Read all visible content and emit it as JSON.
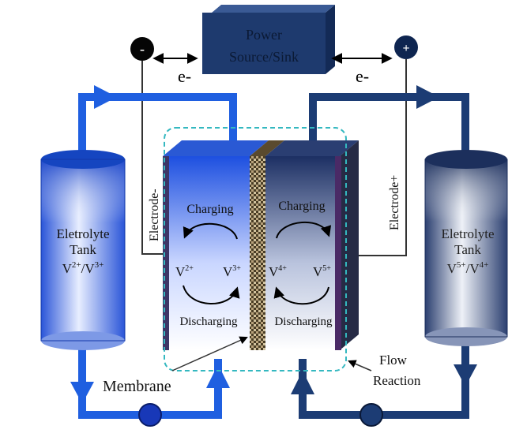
{
  "power_source": {
    "line1": "Power",
    "line2": "Source/Sink"
  },
  "terminals": {
    "negative": "-",
    "positive": "+"
  },
  "electron_labels": {
    "left": "e-",
    "right": "e-"
  },
  "electrodes": {
    "negative": "Electrode-",
    "positive": "Electrode+"
  },
  "left_tank": {
    "line1": "Eletrolyte",
    "line2": "Tank",
    "ions": "V2+/V3+",
    "ion_a": "V",
    "ion_a_sup": "2+",
    "sep": "/V",
    "ion_b_sup": "3+"
  },
  "right_tank": {
    "line1": "Eletrolyte",
    "line2": "Tank",
    "ions": "V5+/V4+",
    "ion_a": "V",
    "ion_a_sup": "5+",
    "sep": "/V",
    "ion_b_sup": "4+"
  },
  "left_cell": {
    "charging": "Charging",
    "discharging": "Discharging",
    "ion_left": "V",
    "ion_left_sup": "2+",
    "ion_right": "V",
    "ion_right_sup": "3+"
  },
  "right_cell": {
    "charging": "Charging",
    "discharging": "Discharging",
    "ion_left": "V",
    "ion_left_sup": "4+",
    "ion_right": "V",
    "ion_right_sup": "5+"
  },
  "labels": {
    "membrane": "Membrane",
    "flow_reaction_1": "Flow",
    "flow_reaction_2": "Reaction"
  },
  "colors": {
    "left_pipe": "#1f5fe0",
    "right_pipe": "#1c3c74",
    "power_box": "#1e3a6e",
    "dashed_outline": "#34b8c0",
    "membrane": "#6b5a3a"
  }
}
